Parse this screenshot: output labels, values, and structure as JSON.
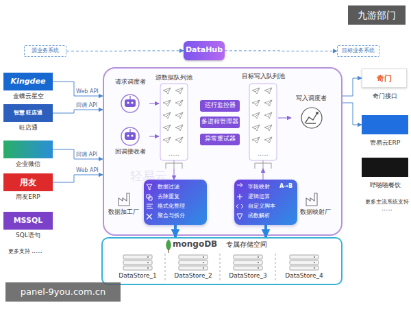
{
  "diagram": {
    "nodes": [
      {
        "text": [
          "源业务系统"
        ]
      },
      {
        "text": [
          "DataHub"
        ]
      },
      {
        "text": [
          "目标业务系统"
        ]
      },
      {
        "text": [
          "Kingdee",
          "金蝶云星空"
        ]
      },
      {
        "text": [
          "智慧 旺店通",
          "旺店通"
        ]
      },
      {
        "text": [
          "企业微信"
        ]
      },
      {
        "text": [
          "用友",
          "用友ERP"
        ]
      },
      {
        "text": [
          "MSSQL",
          "SQL语句"
        ]
      },
      {
        "text": []
      },
      {
        "text": [
          "请求调度者"
        ],
        "in": 8
      },
      {
        "text": [
          "回调接收者"
        ],
        "in": 8
      },
      {
        "text": [
          "源数据队列池"
        ],
        "in": 8
      },
      {
        "text": [
          "运行监控器"
        ],
        "in": 8
      },
      {
        "text": [
          "多进程管理器"
        ],
        "in": 8
      },
      {
        "text": [
          "异常重试器"
        ],
        "in": 8
      },
      {
        "text": [
          "目标写入队列池"
        ],
        "in": 8
      },
      {
        "text": [
          "写入调度者"
        ],
        "in": 8
      },
      {
        "text": [
          "数据过滤",
          "去除重复",
          "格式化整理",
          "聚合与拆分",
          "数据加工厂"
        ],
        "in": 8
      },
      {
        "text": [
          "字段映射",
          "逻辑运算",
          "自定义脚本",
          "函数解析",
          "数据映射厂"
        ],
        "in": 8
      },
      {
        "text": [
          "mongoDB",
          "专属存储空间"
        ]
      },
      {
        "text": [
          "DataStore_1"
        ],
        "in": 19
      },
      {
        "text": [
          "DataStore_2"
        ],
        "in": 19
      },
      {
        "text": [
          "DataStore_3"
        ],
        "in": 19
      },
      {
        "text": [
          "DataStore_4"
        ],
        "in": 19
      },
      {
        "text": [
          "奇门",
          "奇门接口"
        ]
      },
      {
        "text": [
          "管易云ERP"
        ]
      },
      {
        "text": [
          "哔啪啪餐饮"
        ]
      }
    ],
    "edges": [
      {
        "from": 0,
        "to": 1,
        "arrow": "to"
      },
      {
        "from": 1,
        "to": 2,
        "arrow": "to"
      },
      {
        "from": 3,
        "to": 8,
        "label": "Web API",
        "arrow": "to"
      },
      {
        "from": 4,
        "to": 8,
        "label": "回调 API",
        "arrow": "to"
      },
      {
        "from": 5,
        "to": 8,
        "label": "回调 API",
        "arrow": "to"
      },
      {
        "from": 6,
        "to": 8,
        "label": "Web API",
        "arrow": "to"
      },
      {
        "from": 8,
        "to": 24,
        "arrow": "to"
      },
      {
        "from": 8,
        "to": 25,
        "arrow": "to"
      },
      {
        "from": 9,
        "to": 11,
        "arrow": "to"
      },
      {
        "from": 10,
        "to": 11,
        "arrow": "to"
      },
      {
        "from": 11,
        "to": 17,
        "arrow": "to"
      },
      {
        "from": 18,
        "to": 15,
        "arrow": "to"
      },
      {
        "from": 15,
        "to": 16,
        "arrow": "to"
      },
      {
        "from": 17,
        "to": 19,
        "arrow": "to"
      },
      {
        "from": 18,
        "to": 19,
        "arrow": "to"
      }
    ],
    "labels": [
      "更多支持 ......",
      "更多主流系统支持 ......",
      "......",
      "......",
      "A→B",
      "九游部门",
      "panel-9you.com.cn",
      "轻易云"
    ]
  }
}
